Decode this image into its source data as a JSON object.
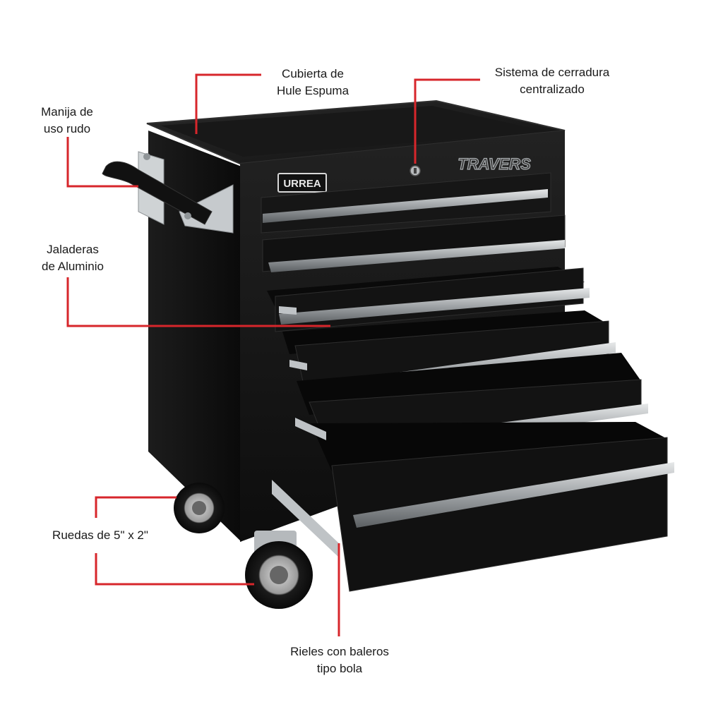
{
  "colors": {
    "callout_line": "#d7262b",
    "cabinet": "#141414",
    "cabinet_side": "#0c0c0c",
    "handle_bar": "#b9bcbe",
    "background": "#ffffff"
  },
  "brand": {
    "left_logo": "URREA",
    "right_logo": "TRAVERS"
  },
  "callouts": {
    "cubierta": {
      "line1": "Cubierta de",
      "line2": "Hule Espuma"
    },
    "sistema": {
      "line1": "Sistema de cerradura",
      "line2": "centralizado"
    },
    "manija": {
      "line1": "Manija de",
      "line2": "uso rudo"
    },
    "jaladeras": {
      "line1": "Jaladeras",
      "line2": "de Aluminio"
    },
    "ruedas": {
      "line1": "Ruedas de 5\" x 2\""
    },
    "rieles": {
      "line1": "Rieles con baleros",
      "line2": "tipo bola"
    }
  },
  "icons": [
    "lock-icon",
    "caster-wheel-icon"
  ]
}
